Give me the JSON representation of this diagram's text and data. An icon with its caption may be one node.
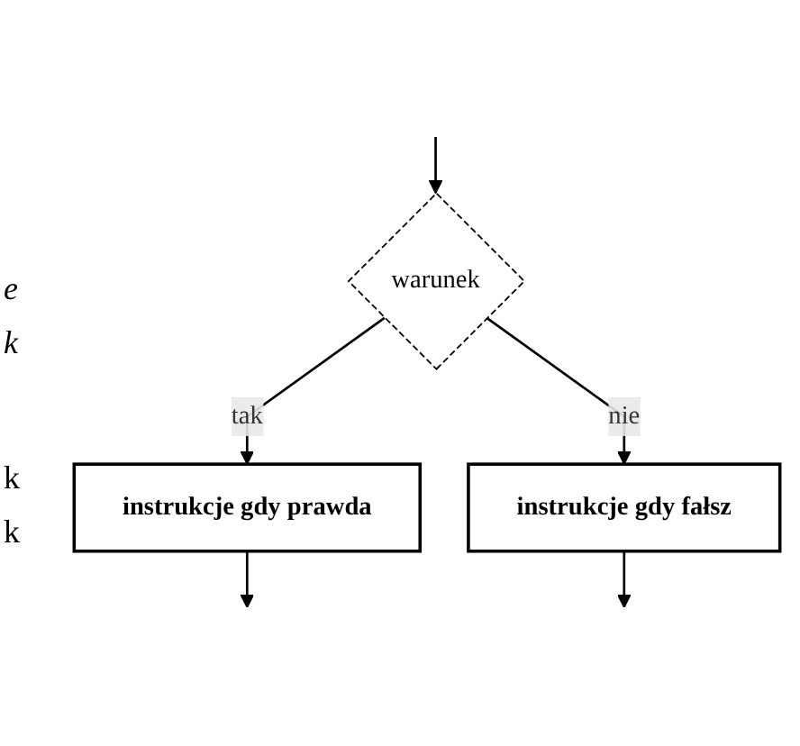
{
  "diagram": {
    "nodes": [
      {
        "text": [
          "warunek"
        ]
      },
      {
        "text": [
          "instrukcje gdy prawda"
        ]
      },
      {
        "text": [
          "instrukcje gdy fałsz"
        ]
      }
    ],
    "edges": [
      {
        "from": null,
        "to": 0,
        "arrow": "to"
      },
      {
        "from": 0,
        "to": 1,
        "arrow": "to",
        "label": "tak"
      },
      {
        "from": 0,
        "to": 2,
        "arrow": "to",
        "label": "nie"
      },
      {
        "from": 1,
        "to": null,
        "arrow": "to"
      },
      {
        "from": 2,
        "to": null,
        "arrow": "to"
      }
    ],
    "labels": [
      "e",
      "k",
      "k",
      "k"
    ]
  }
}
